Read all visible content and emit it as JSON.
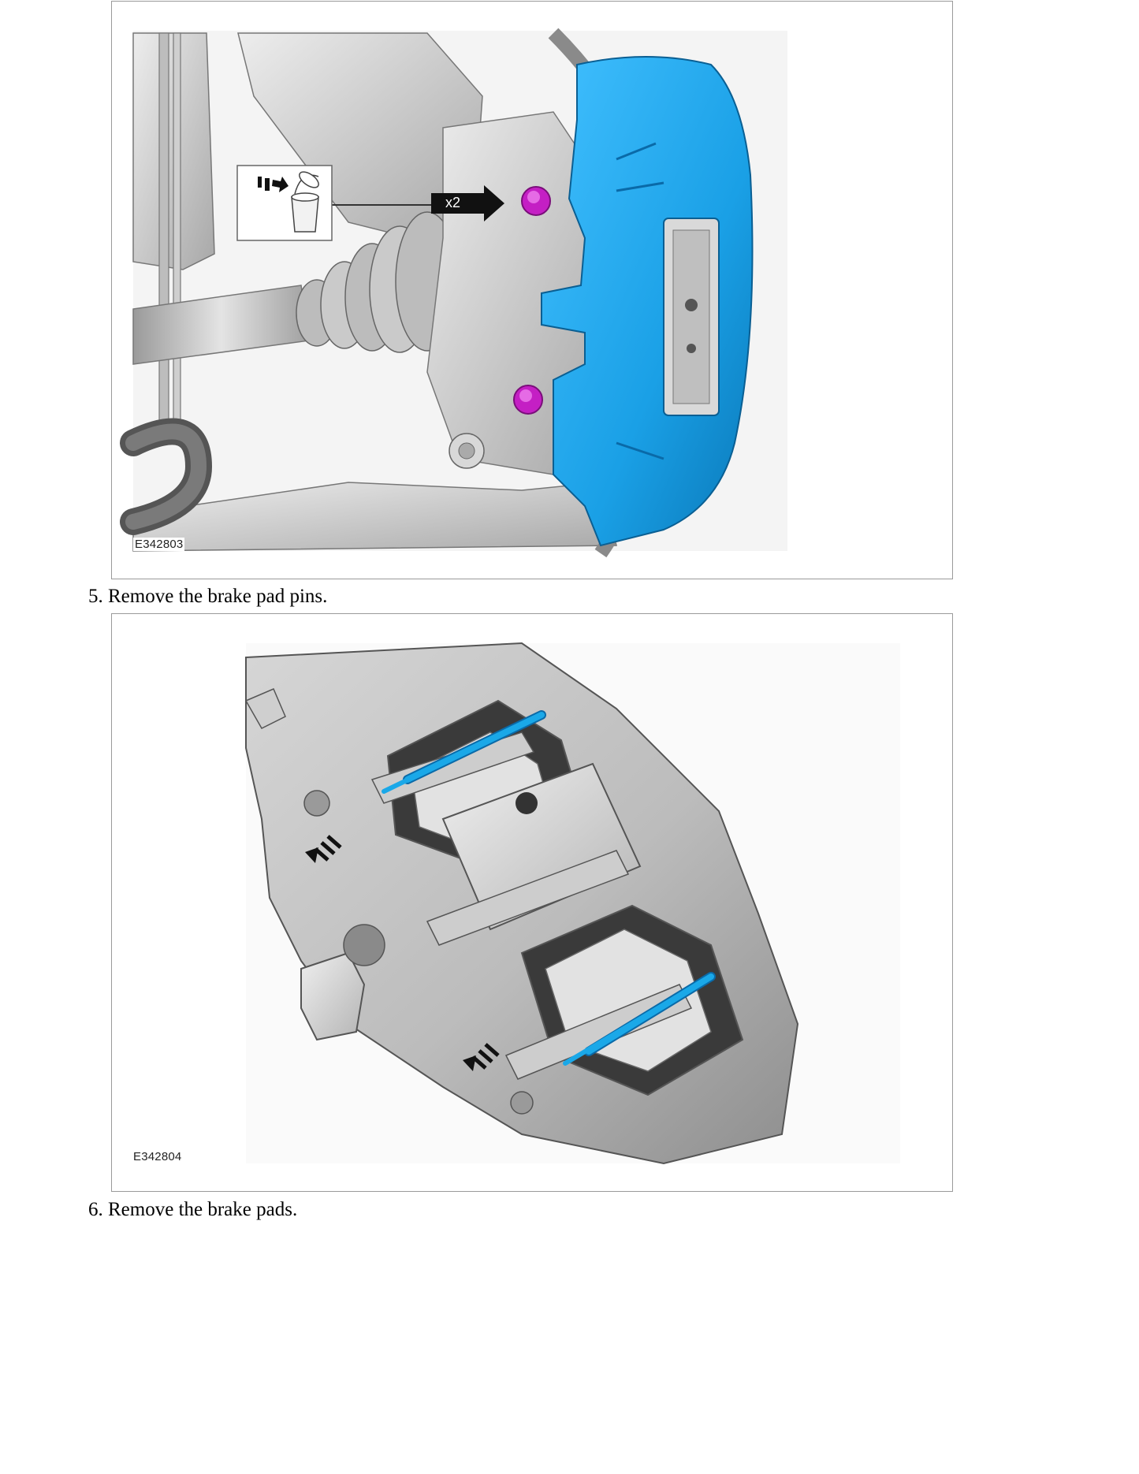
{
  "figures": [
    {
      "id": "E342803",
      "callout_label": "x2"
    },
    {
      "id": "E342804"
    }
  ],
  "steps": [
    {
      "number": "5.",
      "text": "Remove the brake pad pins."
    },
    {
      "number": "6.",
      "text": "Remove the brake pads."
    }
  ],
  "colors": {
    "caliper_blue": "#1aa0e6",
    "bolt_magenta": "#c41fc4",
    "pin_blue": "#1aa8e8",
    "part_gray": "#c8c8c8",
    "border": "#9a9a9a"
  },
  "icons": [
    "remove-arrow-icon",
    "discard-bin-icon",
    "callout-arrow-icon"
  ]
}
